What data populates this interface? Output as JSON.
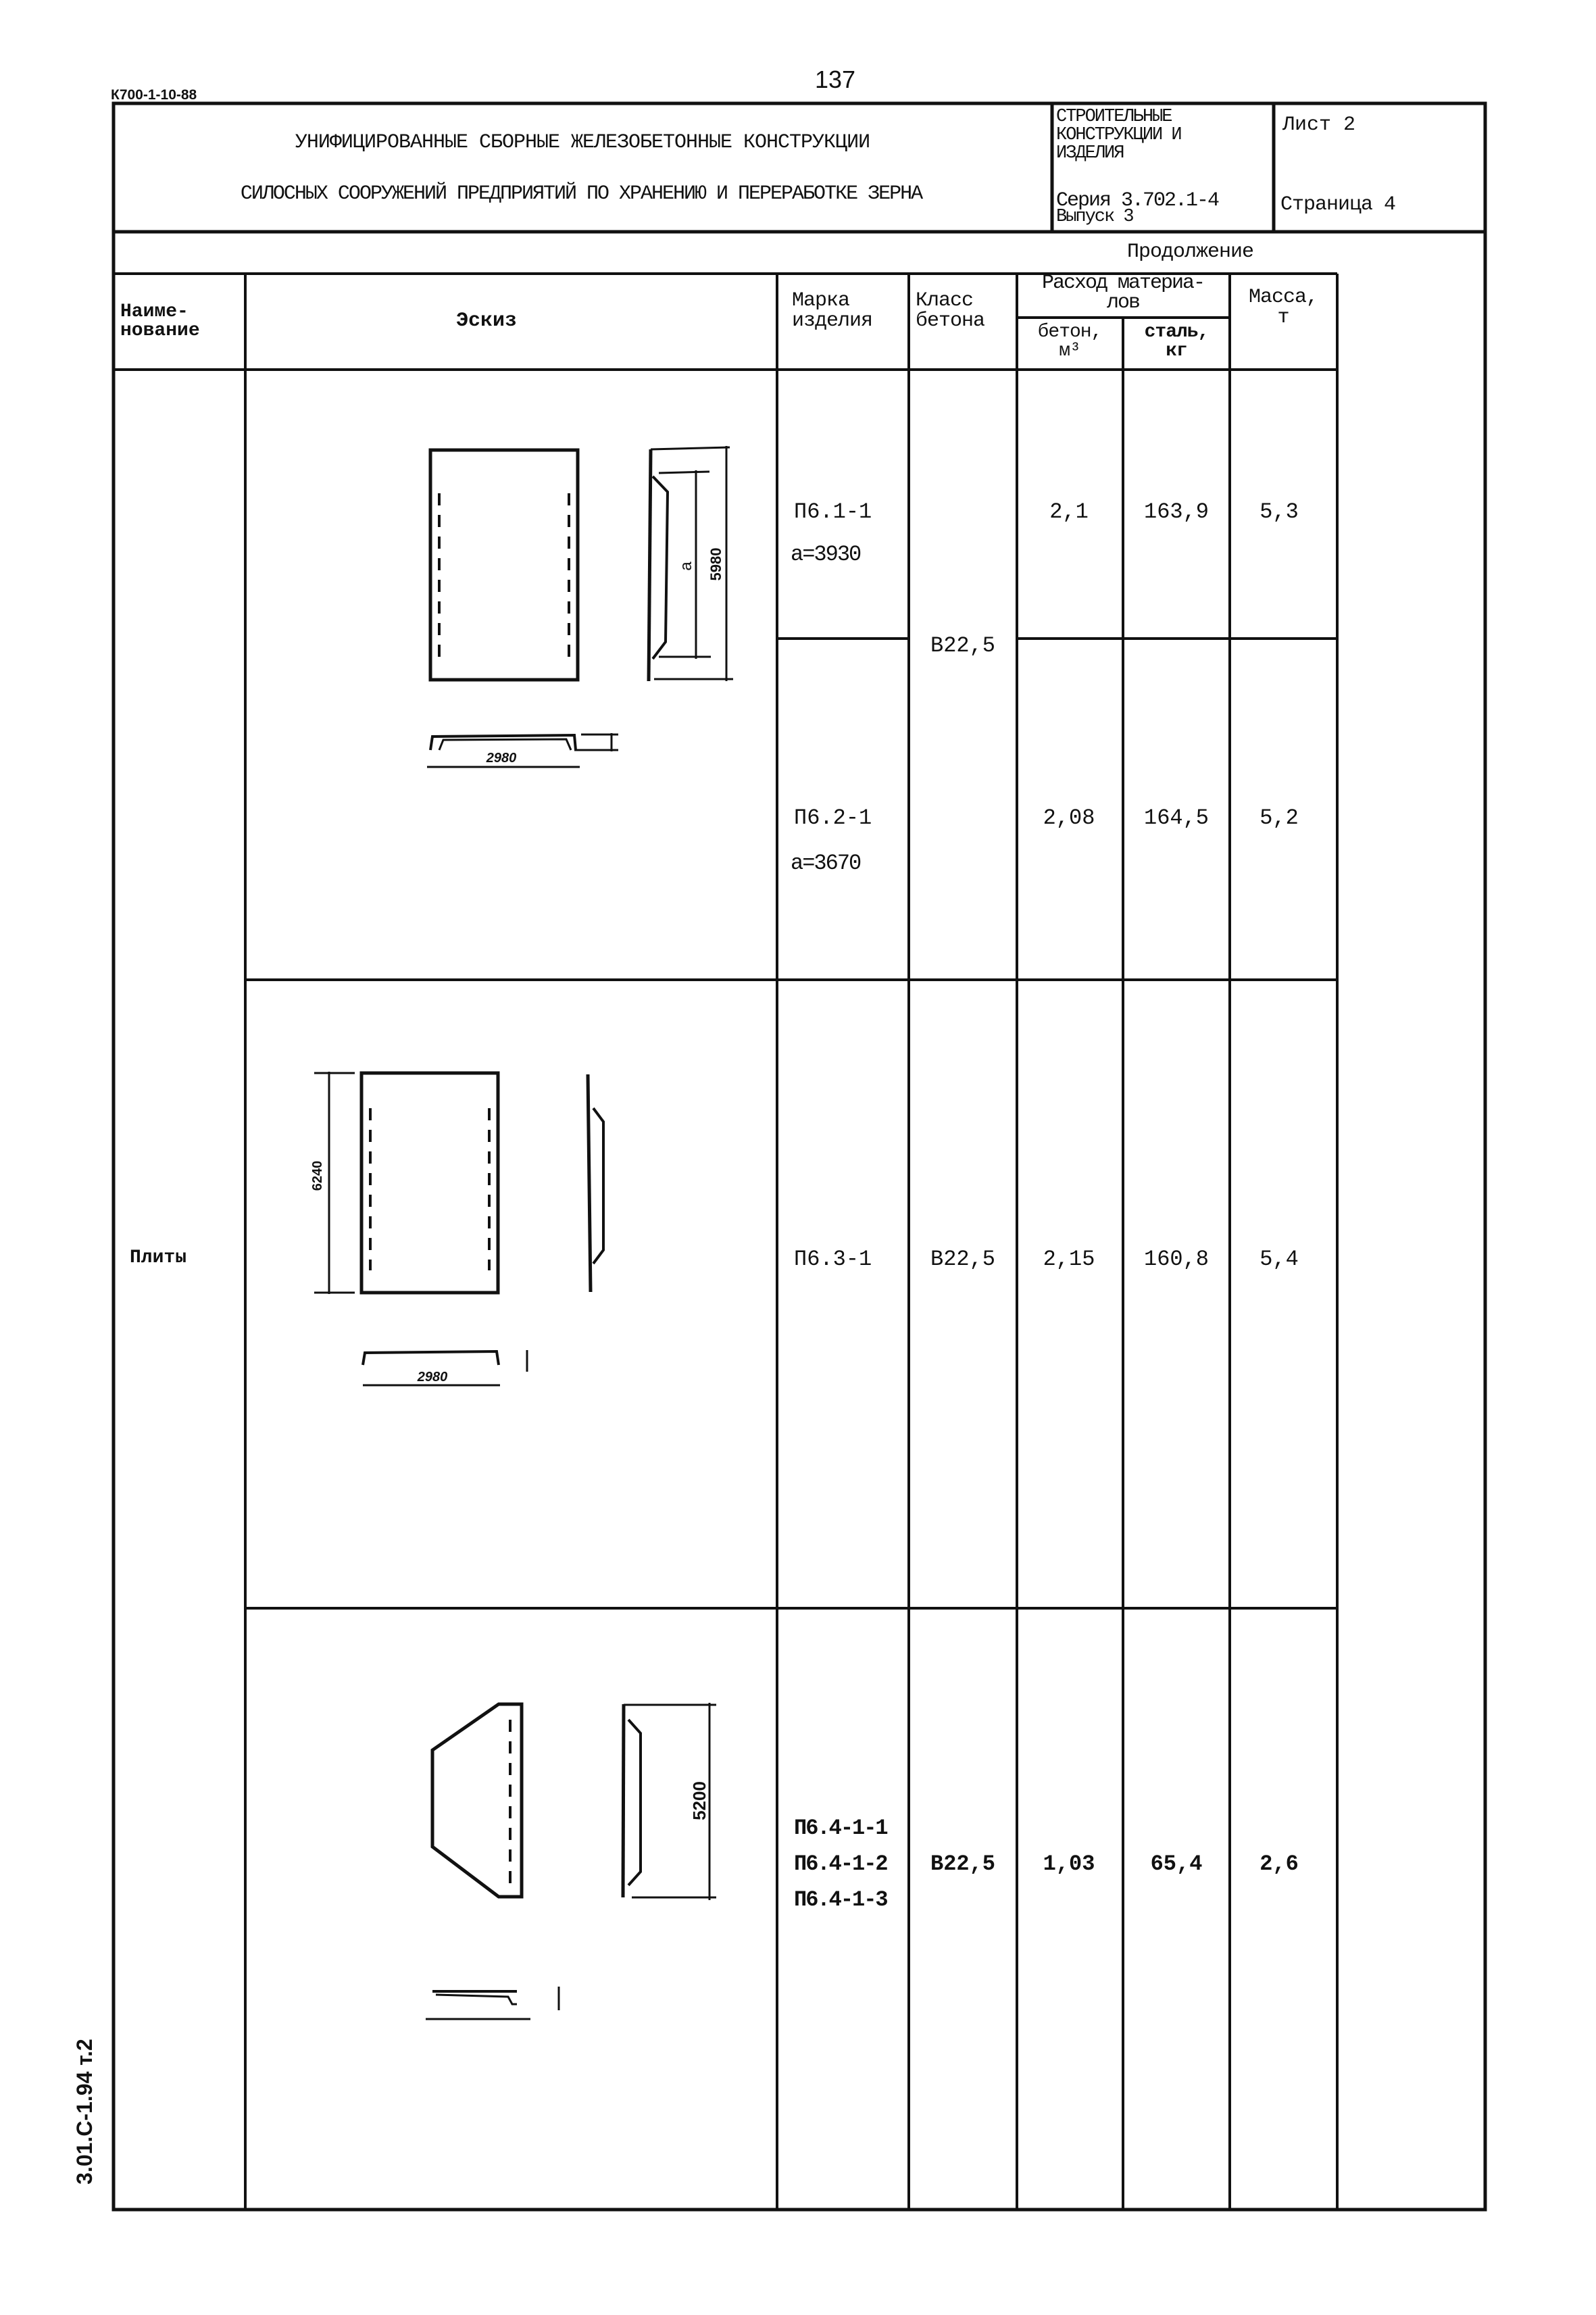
{
  "page_number": "137",
  "doc_code": "К700-1-10-88",
  "side_stamp": "3.01.С-1.94 т.2",
  "header": {
    "title_line1": "УНИФИЦИРОВАННЫЕ СБОРНЫЕ ЖЕЛЕЗОБЕТОННЫЕ КОНСТРУКЦИИ",
    "title_line2": "СИЛОСНЫХ СООРУЖЕНИЙ ПРЕДПРИЯТИЙ ПО ХРАНЕНИЮ И ПЕРЕРАБОТКЕ ЗЕРНА",
    "category": "СТРОИТЕЛЬНЫЕ\nКОНСТРУКЦИИ И\nИЗДЕЛИЯ",
    "series": "Серия 3.702.1-4",
    "issue": "Выпуск 3",
    "sheet": "Лист 2",
    "page": "Страница 4"
  },
  "continuation": "Продолжение",
  "table": {
    "headers": {
      "name": "Наиме-\nнование",
      "sketch": "Эскиз",
      "mark": "Марка\nизделия",
      "concrete_class": "Класс\nбетона",
      "materials": "Расход материа-\nлов",
      "concrete_volume": "бетон,\nм³",
      "steel": "сталь,\nкг",
      "mass": "Масса,\nт"
    },
    "group_name": "Плиты",
    "rows": [
      {
        "mark": "П6.1-1",
        "note": "а=3930",
        "concrete_volume": "2,1",
        "steel": "163,9",
        "mass": "5,3"
      },
      {
        "mark": "П6.2-1",
        "note": "а=3670",
        "concrete_volume": "2,08",
        "steel": "164,5",
        "mass": "5,2"
      },
      {
        "mark": "П6.3-1",
        "concrete_class": "В22,5",
        "concrete_volume": "2,15",
        "steel": "160,8",
        "mass": "5,4"
      },
      {
        "marks": [
          "П6.4-1-1",
          "П6.4-1-2",
          "П6.4-1-3"
        ],
        "concrete_class": "В22,5",
        "concrete_volume": "1,03",
        "steel": "65,4",
        "mass": "2,6"
      }
    ],
    "rows_1_2_concrete_class": "В22,5"
  },
  "sketch_dims": {
    "s1_length": "5980",
    "s1_a": "а",
    "s1_width": "2980",
    "s2_length": "6240",
    "s2_width": "2980",
    "s3_length": "5200"
  }
}
